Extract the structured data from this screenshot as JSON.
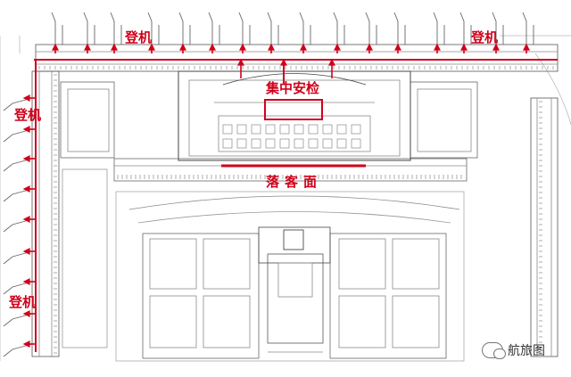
{
  "labels": {
    "boarding_top_left": "登机",
    "boarding_top_right": "登机",
    "boarding_left_upper": "登机",
    "boarding_left_lower": "登机",
    "centralized_security": "集中安检",
    "arrivals_level": "落客面"
  },
  "watermark": {
    "icon": "wechat-icon",
    "text": "航旅图"
  },
  "colors": {
    "route_red": "#d0021b",
    "plan_line": "#8a8a8a",
    "plan_dark": "#444444"
  }
}
